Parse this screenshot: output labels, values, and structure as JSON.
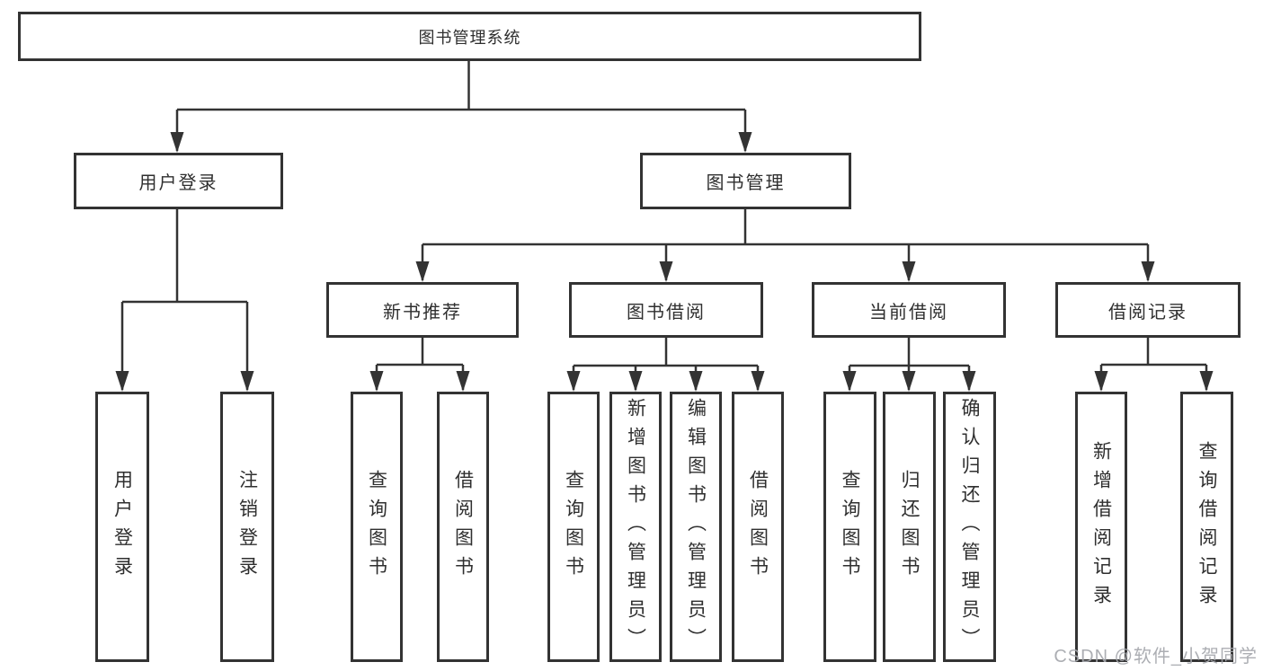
{
  "diagram": {
    "tree": {
      "label": "图书管理系统",
      "children": [
        {
          "label": "用户登录",
          "children": [
            {
              "label": "用户登录"
            },
            {
              "label": "注销登录"
            }
          ]
        },
        {
          "label": "图书管理",
          "children": [
            {
              "label": "新书推荐",
              "children": [
                {
                  "label": "查询图书"
                },
                {
                  "label": "借阅图书"
                }
              ]
            },
            {
              "label": "图书借阅",
              "children": [
                {
                  "label": "查询图书"
                },
                {
                  "label": "新增图书（管理员）"
                },
                {
                  "label": "编辑图书（管理员）"
                },
                {
                  "label": "借阅图书"
                }
              ]
            },
            {
              "label": "当前借阅",
              "children": [
                {
                  "label": "查询图书"
                },
                {
                  "label": "归还图书"
                },
                {
                  "label": "确认归还（管理员）"
                }
              ]
            },
            {
              "label": "借阅记录",
              "children": [
                {
                  "label": "新增借阅记录"
                },
                {
                  "label": "查询借阅记录"
                }
              ]
            }
          ]
        }
      ]
    }
  },
  "watermark": {
    "text": "CSDN @软件_小贺同学"
  },
  "colors": {
    "box_border": "#333333",
    "connector_line": "#333333",
    "node_text": "#2f2f2f",
    "background": "#ffffff",
    "watermark_text": "#a5a7ac"
  }
}
